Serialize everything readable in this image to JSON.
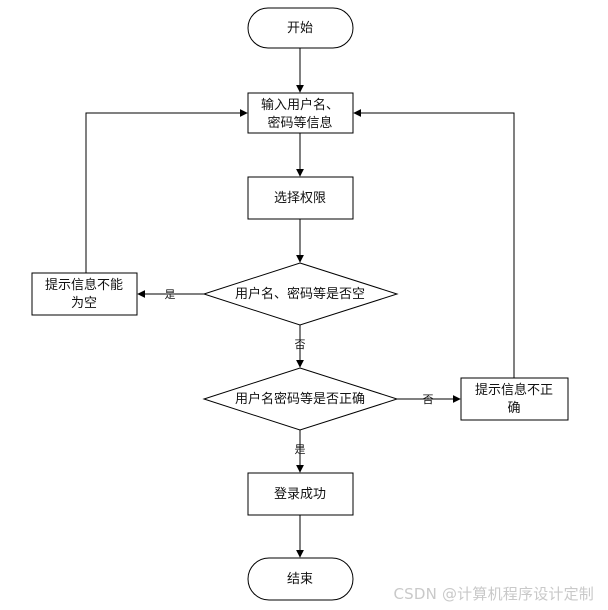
{
  "nodes": {
    "start": "开始",
    "input": [
      "输入用户名、",
      "密码等信息"
    ],
    "select": "选择权限",
    "check_empty": "用户名、密码等是否空",
    "empty_msg": [
      "提示信息不能",
      "为空"
    ],
    "check_valid": "用户名密码等是否正确",
    "invalid_msg": [
      "提示信息不正",
      "确"
    ],
    "success": "登录成功",
    "end": "结束"
  },
  "edges": {
    "yes_empty": "是",
    "no_empty": "否",
    "no_valid": "否",
    "yes_valid": "是"
  },
  "watermark": "CSDN @计算机程序设计定制"
}
